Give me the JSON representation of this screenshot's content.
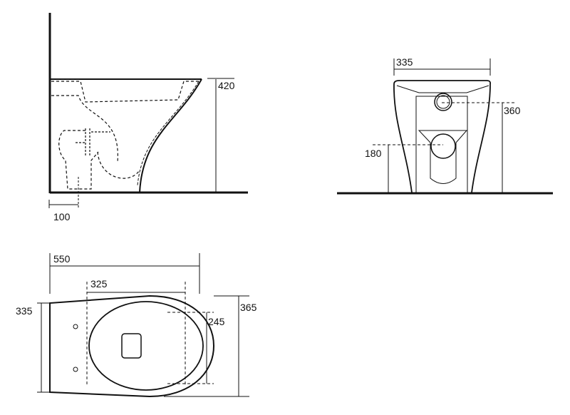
{
  "side_view": {
    "height_label": "420",
    "outlet_offset_label": "100"
  },
  "front_view": {
    "width_label": "335",
    "inlet_height_label": "360",
    "outlet_height_label": "180"
  },
  "plan_view": {
    "length_label": "550",
    "seat_length_label": "325",
    "width_label": "335",
    "seat_width_label": "245",
    "overall_width_label": "365"
  },
  "colors": {
    "line": "#111111",
    "background": "#ffffff"
  }
}
